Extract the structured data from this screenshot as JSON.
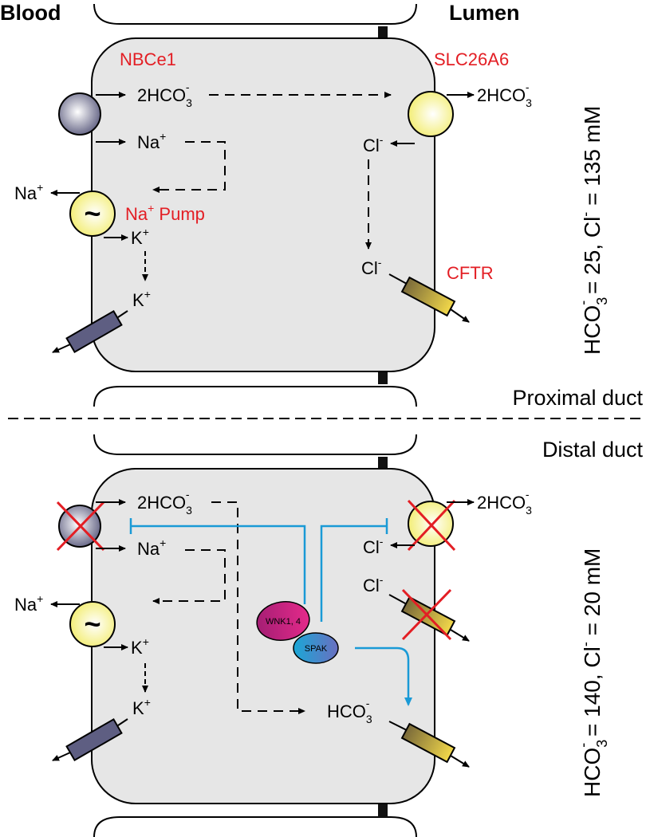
{
  "header": {
    "left": "Blood",
    "right": "Lumen"
  },
  "sections": {
    "proximal": "Proximal duct",
    "distal": "Distal duct"
  },
  "proximal": {
    "transporters": {
      "nbce1": "NBCe1",
      "slc26a6": "SLC26A6",
      "pump": "Na",
      "pump_sup": "+",
      "pump_word": " Pump",
      "cftr": "CFTR"
    },
    "ions": {
      "hco3_in": "2HCO",
      "hco3_sub": "3",
      "hco3_sup": "-",
      "hco3_out": "2HCO",
      "na_in": "Na",
      "na_sup": "+",
      "na_out": "Na",
      "k_in": "K",
      "k_sup": "+",
      "k2": "K",
      "cl_in": "Cl",
      "cl_sup": "-",
      "cl2": "Cl"
    },
    "concentration": {
      "a": "HCO",
      "sub": "3",
      "sup": "-",
      "b": " = 25, Cl",
      "sup2": "-",
      "c": " = 135 mM"
    }
  },
  "distal": {
    "ions": {
      "hco3_in": "2HCO",
      "hco3_sub": "3",
      "hco3_sup": "-",
      "hco3_out": "2HCO",
      "na_in": "Na",
      "na_sup": "+",
      "na_out": "Na",
      "k_in": "K",
      "k_sup": "+",
      "k2": "K",
      "cl_in": "Cl",
      "cl_sup": "-",
      "cl2": "Cl",
      "hco3_lumen": "HCO"
    },
    "kinases": {
      "wnk": "WNK1, 4",
      "spak": "SPAK"
    },
    "concentration": {
      "a": "HCO",
      "sub": "3",
      "sup": "-",
      "b": " = 140, Cl",
      "sup2": "-",
      "c": " = 20 mM"
    }
  },
  "colors": {
    "transporter_label": "#e31e24",
    "regulation": "#1a9ad6",
    "inhibit": "#e31e24",
    "cell": "#e6e6e6"
  }
}
